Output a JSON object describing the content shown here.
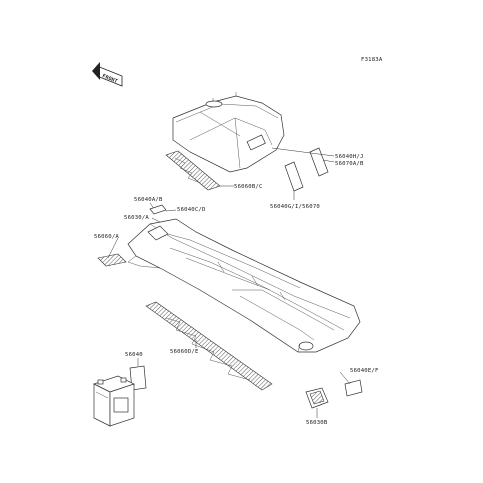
{
  "figure_code": "F3183A",
  "front_icon_label": "FRONT",
  "labels": {
    "l56040HJ": "56040H/J",
    "l56070AB": "56070A/B",
    "l56060BC": "56060B/C",
    "l56040GI": "56040G/I/56070",
    "l56040AB": "56040A/B",
    "l56040CD": "56040C/D",
    "l56030A": "56030/A",
    "l56060A": "56060/A",
    "l56060DE": "56060D/E",
    "l56040": "56040",
    "l56040EF": "56040E/F",
    "l56030B": "56030B"
  }
}
